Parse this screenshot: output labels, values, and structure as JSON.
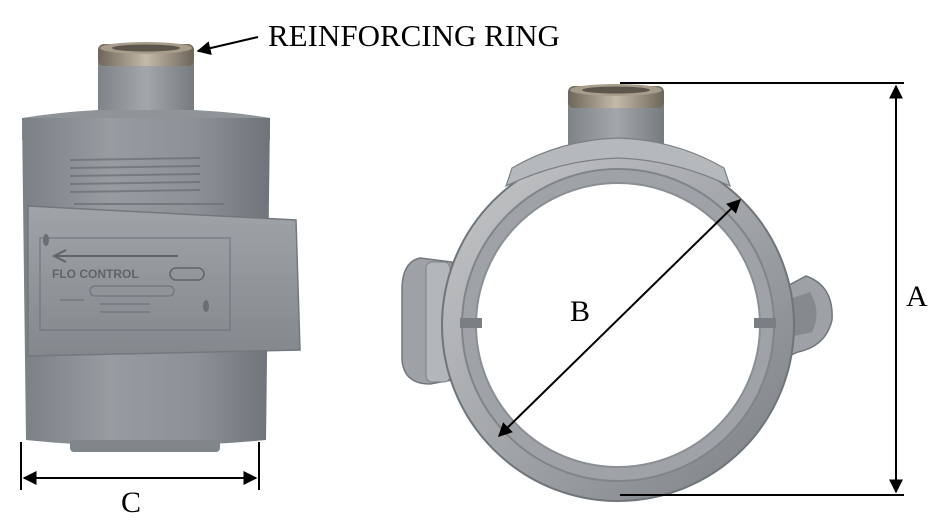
{
  "labels": {
    "reinforcing_ring": "REINFORCING RING",
    "dimension_a": "A",
    "dimension_b": "B",
    "dimension_c": "C"
  },
  "side_view_embossing": {
    "arrow_text": "FLO CONTROL"
  },
  "colors": {
    "pvc_body": "#8c9196",
    "pvc_dark": "#6f747a",
    "pvc_light": "#a9adb1",
    "metal_ring": "#9a8f80",
    "ring_body": "#a5a8ab",
    "ring_light": "#c7c9cb",
    "ring_dark": "#7e8286"
  }
}
